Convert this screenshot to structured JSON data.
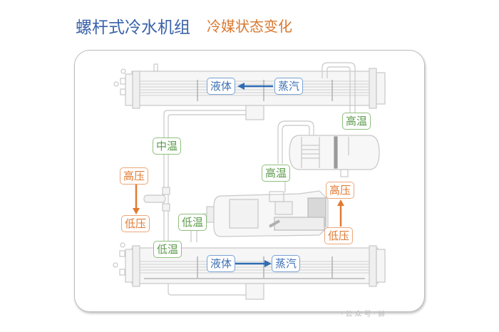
{
  "header": {
    "title": "螺杆式冷水机组",
    "subtitle": "冷媒状态变化"
  },
  "colors": {
    "title_blue": "#3a62a8",
    "subtitle_orange": "#d9782f",
    "state_blue": "#3d6fb3",
    "temp_green": "#5c9a4c",
    "pressure_orange": "#e07a33"
  },
  "condenser": {
    "from_label": "蒸汽",
    "to_label": "液体",
    "flow": "vapor-to-liquid"
  },
  "evaporator": {
    "from_label": "液体",
    "to_label": "蒸汽",
    "flow": "liquid-to-vapor"
  },
  "temperatures": {
    "condenser_inlet": "高温",
    "oil_separator_inlet": "高温",
    "liquid_line": "中温",
    "evaporator_inlet": "低温",
    "compressor_suction": "低温"
  },
  "pressures": {
    "expansion_before": "高压",
    "expansion_after": "低压",
    "compressor_before": "低压",
    "compressor_after": "高压"
  },
  "watermark": "· 公 众 号 · 蚌"
}
